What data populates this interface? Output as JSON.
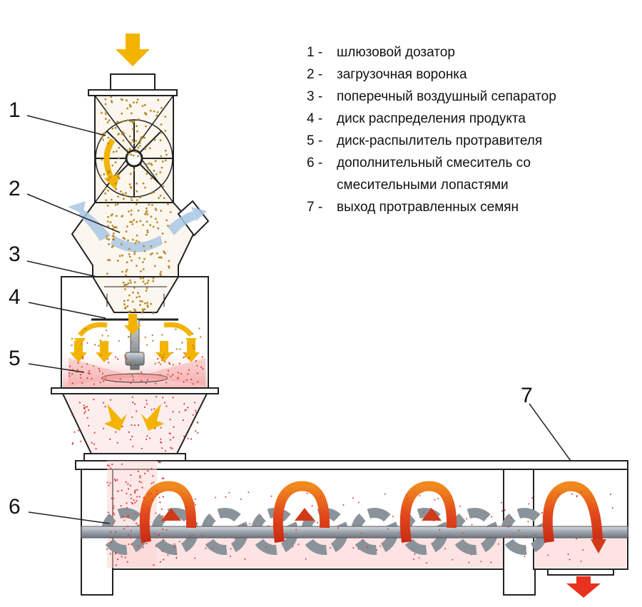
{
  "callouts": [
    "1",
    "2",
    "3",
    "4",
    "5",
    "6",
    "7"
  ],
  "legend": [
    {
      "num": "1 -",
      "text": "шлюзовой дозатор"
    },
    {
      "num": "2 -",
      "text": "загрузочная воронка"
    },
    {
      "num": "3 -",
      "text": "поперечный воздушный сепаратор"
    },
    {
      "num": "4 -",
      "text": "диск распределения продукта"
    },
    {
      "num": "5 -",
      "text": "диск-распылитель протравителя"
    },
    {
      "num": "6 -",
      "text": "дополнительный смеситель со",
      "cont": "смесительными лопастями"
    },
    {
      "num": "7 -",
      "text": "выход протравленных семян"
    }
  ],
  "colors": {
    "outline": "#222222",
    "seed": "#b8892e",
    "flow_arrow": "#f2b400",
    "air_arrow": "#9fbfe0",
    "treatment": "#e03a3a",
    "rotation_arrow": "#e8561e",
    "shaft": "#9aa3ab"
  },
  "icons": [
    "inflow-arrow-icon",
    "outflow-arrow-icon",
    "rotation-arrow-icon",
    "air-flow-arrow-icon"
  ]
}
